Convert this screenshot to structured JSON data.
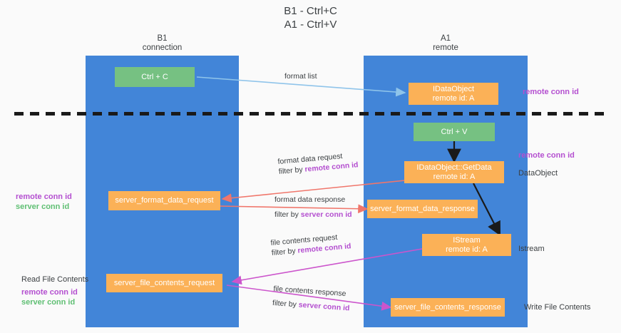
{
  "title": {
    "line1": "B1 - Ctrl+C",
    "line2": "A1 - Ctrl+V"
  },
  "columns": {
    "left": {
      "name": "B1",
      "role": "connection"
    },
    "right": {
      "name": "A1",
      "role": "remote"
    }
  },
  "colors": {
    "lane": "#4285d8",
    "green_box": "#76c182",
    "orange_box": "#fbb157",
    "purple_text": "#b44fd0",
    "green_text": "#5fbf73",
    "wire_blue": "#8fc4ea",
    "wire_red": "#f0766b",
    "wire_magenta": "#cc55cc",
    "wire_black": "#1a1a1a",
    "divider": "#1a1a1a"
  },
  "nodes": {
    "ctrl_c": {
      "label": "Ctrl + C"
    },
    "idataobject": {
      "line1": "IDataObject",
      "line2": "remote id: A"
    },
    "ctrl_v": {
      "label": "Ctrl + V"
    },
    "getdata": {
      "line1": "IDataObject::GetData",
      "line2": "remote id: A"
    },
    "fmt_req": {
      "label": "server_format_data_request"
    },
    "fmt_resp": {
      "label": "server_format_data_response"
    },
    "istream": {
      "line1": "IStream",
      "line2": "remote id: A"
    },
    "file_req": {
      "label": "server_file_contents_request"
    },
    "file_resp": {
      "label": "server_file_contents_response"
    }
  },
  "edges": {
    "format_list": {
      "line1": "format list"
    },
    "format_data_request": {
      "line1": "format data request",
      "prefix2": "filter by ",
      "key2": "remote conn id"
    },
    "format_data_response": {
      "line1": "format data response",
      "prefix2": "filter by ",
      "key2": "server conn id"
    },
    "file_contents_request": {
      "line1": "file contents request",
      "prefix2": "filter by ",
      "key2": "remote conn id"
    },
    "file_contents_response": {
      "line1": "file contents response",
      "prefix2": "filter by ",
      "key2": "server conn id"
    }
  },
  "annotations": {
    "right_remote_1": "remote conn id",
    "right_remote_2": "remote conn id",
    "right_dataobject": "DataObject",
    "right_istream": "Istream",
    "right_write_file": "Write File Contents",
    "left_remote_conn": "remote conn id",
    "left_server_conn": "server conn id",
    "left_read_file": "Read File Contents",
    "left_remote_conn_2": "remote conn id",
    "left_server_conn_2": "server conn id"
  }
}
